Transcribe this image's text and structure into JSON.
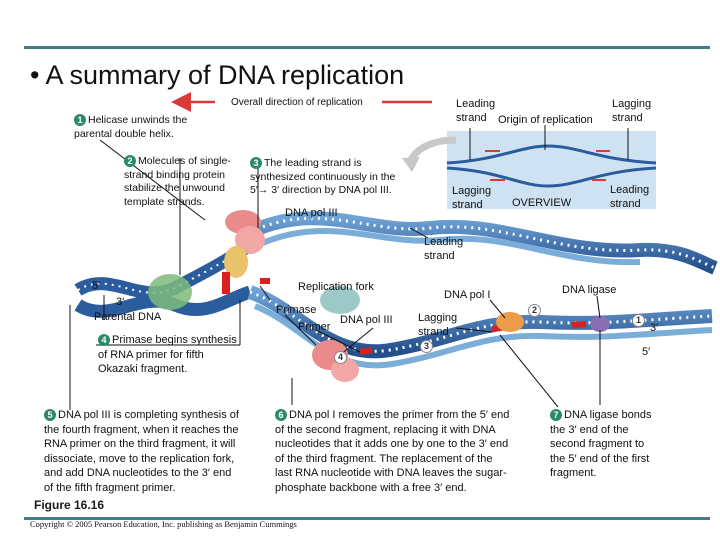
{
  "title": "• A summary of DNA replication",
  "overall_direction": "Overall direction of replication",
  "overview": {
    "leading_strand_top": "Leading\nstrand",
    "origin": "Origin of replication",
    "lagging_strand_top": "Lagging\nstrand",
    "lagging_strand_bottom": "Lagging\nstrand",
    "overview_label": "OVERVIEW",
    "leading_strand_bottom": "Leading\nstrand"
  },
  "steps": {
    "s1_num": "1",
    "s1_text": "Helicase unwinds the\nparental double helix.",
    "s2_num": "2",
    "s2_text": "Molecules of single-\nstrand binding protein\nstabilize the unwound\ntemplate strands.",
    "s3_num": "3",
    "s3_text": "The leading strand is\nsynthesized continuously in the\n5′→ 3′ direction by DNA pol III.",
    "s4_num": "4",
    "s4_text": "Primase begins synthesis\nof RNA primer for fifth\nOkazaki fragment.",
    "s5_num": "5",
    "s5_text": "DNA pol III is completing synthesis of\nthe fourth fragment, when it reaches the\nRNA primer on the third fragment, it will\ndissociate, move to the replication fork,\nand add DNA nucleotides to the 3′ end\nof the fifth fragment primer.",
    "s6_num": "6",
    "s6_text": "DNA pol I removes the primer from the 5′ end\nof the second fragment, replacing it with DNA\nnucleotides that it adds one by one to the 3′ end\nof the third fragment. The replacement of the\nlast RNA nucleotide with DNA leaves the sugar-\nphosphate backbone with a free 3′ end.",
    "s7_num": "7",
    "s7_text": "DNA ligase bonds\nthe 3′ end of the\nsecond fragment to\nthe 5′ end of the first\nfragment."
  },
  "diagram_labels": {
    "dna_pol_iii_top": "DNA pol III",
    "leading_strand": "Leading\nstrand",
    "five_prime_left": "5′",
    "three_prime_left": "3′",
    "parental_dna": "Parental DNA",
    "replication_fork": "Replication fork",
    "primase": "Primase",
    "primer": "Primer",
    "dna_pol_iii_mid": "DNA pol III",
    "dna_pol_i": "DNA pol I",
    "lagging_strand": "Lagging\nstrand",
    "dna_ligase": "DNA ligase",
    "three_prime_right": "3′",
    "five_prime_right": "5′",
    "marker_1": "1",
    "marker_2": "2",
    "marker_3": "3",
    "marker_4": "4"
  },
  "figure_label": "Figure 16.16",
  "copyright": "Copyright © 2005 Pearson Education, Inc. publishing as Benjamin Cummings",
  "colors": {
    "rule": "#3f7f86",
    "helix_blue": "#2a5c9e",
    "helix_light": "#8fb9e0",
    "arrow_red": "#d83a3a",
    "protein_pink": "#e98b8b",
    "primer_red": "#d82020",
    "step_badge": "#2a8a6a"
  }
}
